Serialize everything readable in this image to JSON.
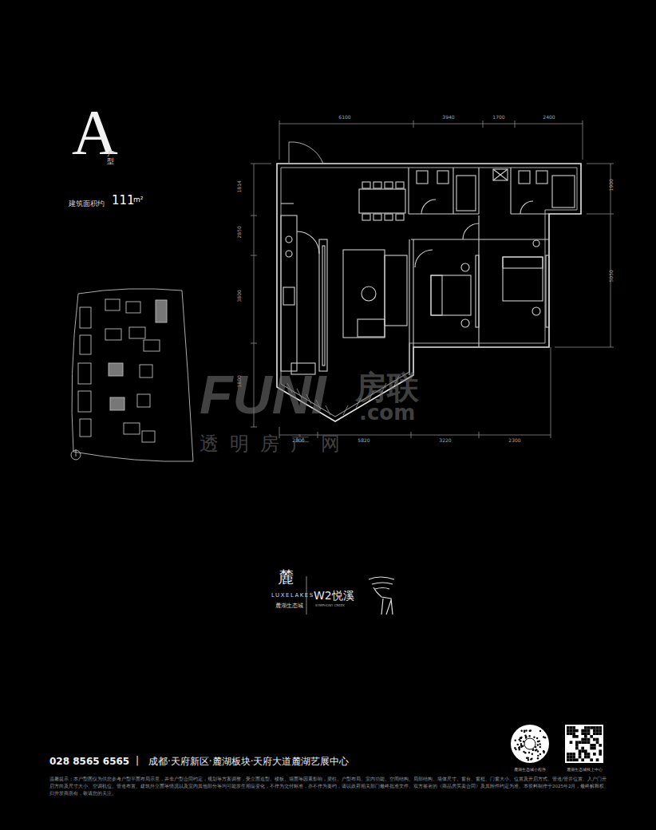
{
  "diagram": {
    "title": "A",
    "labels": [
      "户型",
      "建筑面积约",
      "111",
      "m²",
      "6100",
      "3940",
      "1700",
      "2400",
      "2800",
      "5820",
      "3220",
      "2300",
      "1814",
      "2850",
      "3800",
      "1800",
      "1900",
      "5050",
      "FUNI",
      "房联",
      ".com",
      "透明房产网",
      "麓",
      "LUXELAKES",
      "麓湖生态城",
      "W2悦溪",
      "SYMPHONY CREEK",
      "028 8565 6565",
      "|",
      "成都·天府新区·麓湖板块·天府大道麓湖艺展中心",
      "麓湖生态城小程序",
      "麓湖生态城线上中心",
      "温馨提示：本户型图仅为供您参考户型平面布局示意，并非户型合同约定，规划等方案调整，受立面造型、楼板、墙面等因素影响，梁柱、户型布局、室内功能、空间结构、局部结构、墙体尺寸、窗台、窗框、门窗大小、位置及开启方式、管道/管井位置、入户门开启方向及尺寸大小、空调机位、管道布置、建筑外立面等情况以及室内其他部分等均可能发生相应变化，不作为交付标准，亦不作为要约，请以政府相关部门最终批准文件、双方签署的《商品房买卖合同》及其附件约定为准。本资料制作于2025年2月，最终解释权归开发商所有，敬请您的关注。"
    ]
  }
}
